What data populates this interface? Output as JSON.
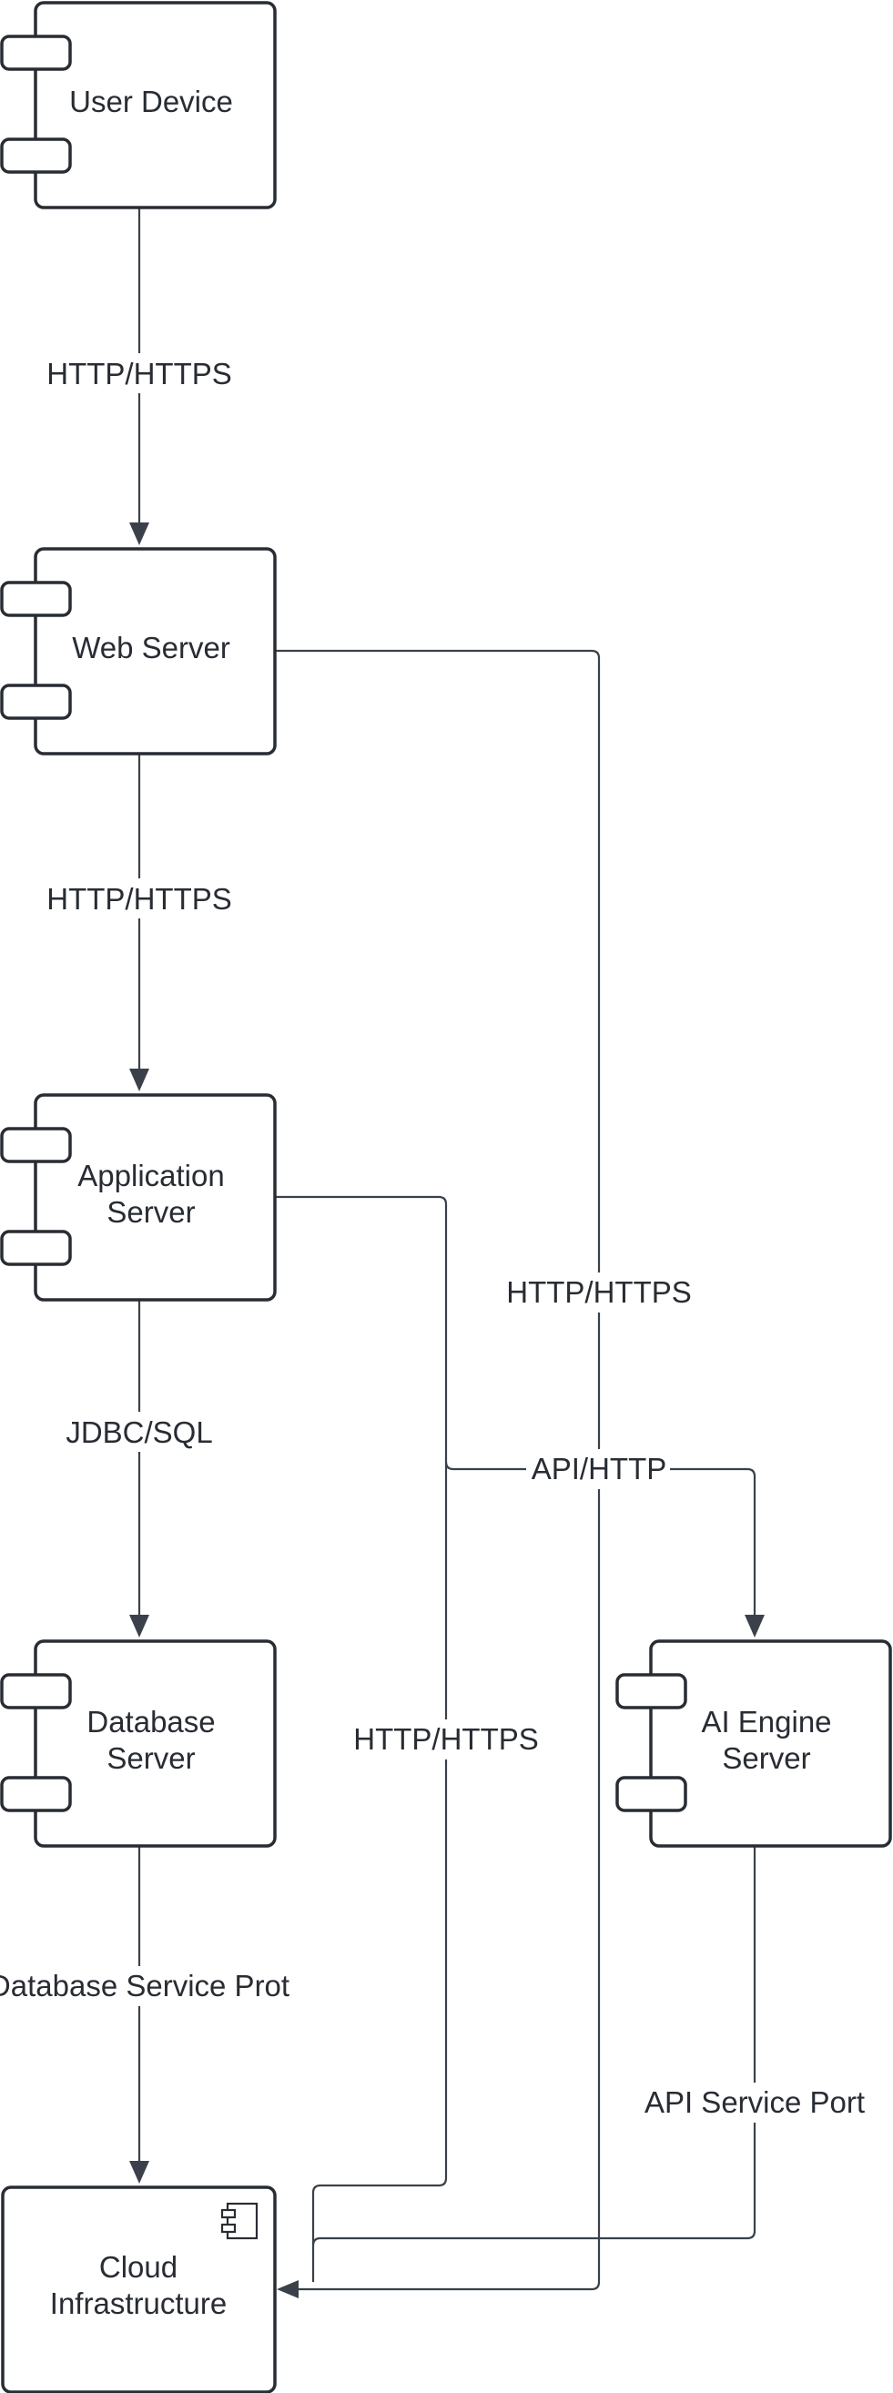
{
  "nodes": {
    "user_device": [
      "User Device"
    ],
    "web_server": [
      "Web Server"
    ],
    "application_server": [
      "Application",
      "Server"
    ],
    "database_server": [
      "Database",
      "Server"
    ],
    "ai_engine_server": [
      "AI Engine",
      "Server"
    ],
    "cloud_infrastructure": [
      "Cloud",
      "Infrastructure"
    ]
  },
  "edges": {
    "user_to_web": "HTTP/HTTPS",
    "web_to_app": "HTTP/HTTPS",
    "app_to_db": "JDBC/SQL",
    "db_to_cloud": "Database Service Prot",
    "app_to_ai": "API/HTTP",
    "web_to_cloud": "HTTP/HTTPS",
    "app_to_cloud": "HTTP/HTTPS",
    "ai_to_cloud": "API Service Port"
  },
  "icons": {
    "component": "uml-component-icon"
  },
  "colors": {
    "stroke": "#282c33",
    "connector": "#3a414a",
    "background": "#ffffff"
  }
}
